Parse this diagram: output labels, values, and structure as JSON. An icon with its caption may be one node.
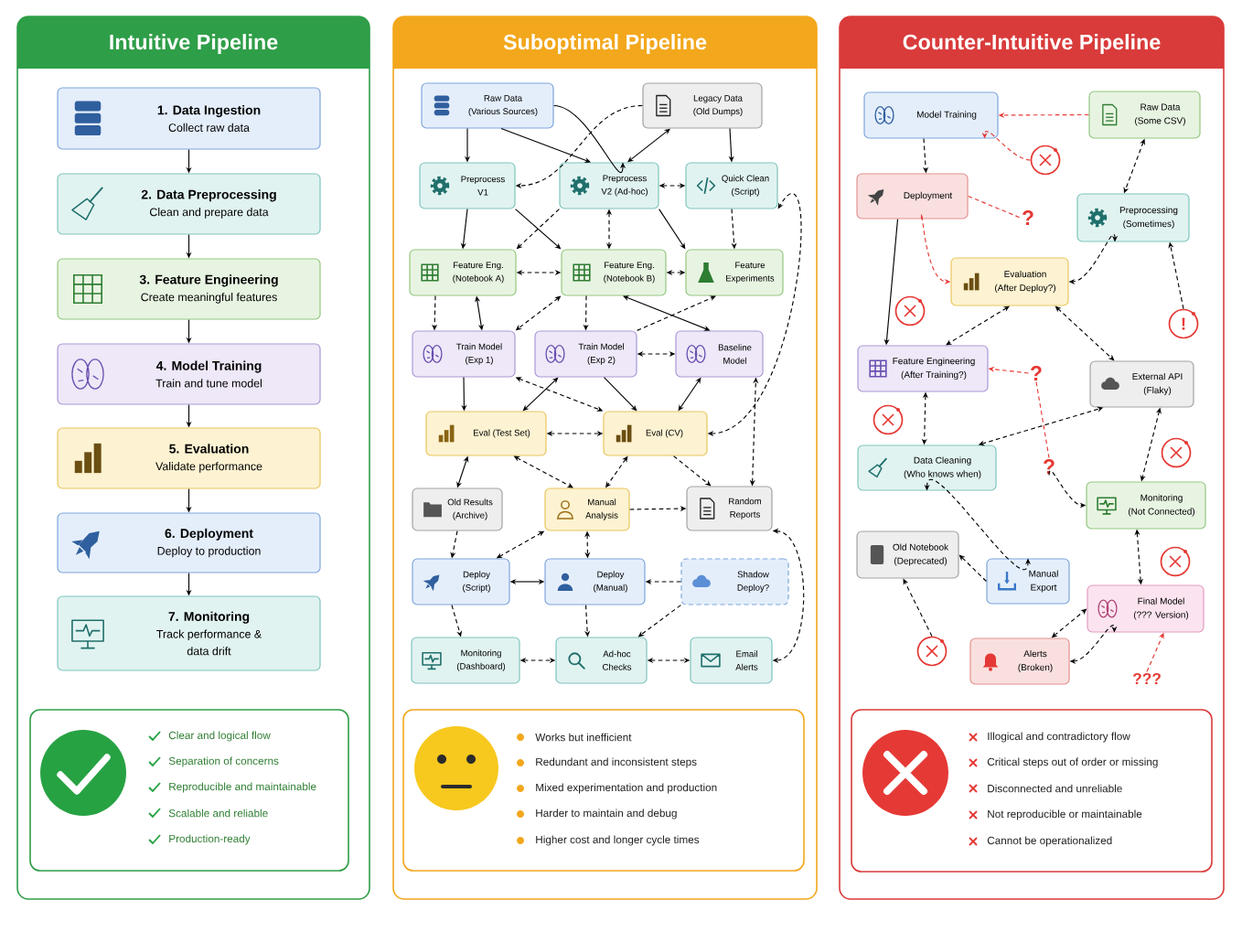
{
  "diagram": {
    "nodes": [
      {
        "text": [
          "Intuitive Pipeline"
        ]
      },
      {
        "text": [
          "1. Data Ingestion",
          "Collect raw data"
        ],
        "in": 0
      },
      {
        "text": [
          "2. Data Preprocessing",
          "Clean and prepare data"
        ],
        "in": 0
      },
      {
        "text": [
          "3. Feature Engineering",
          "Create meaningful features"
        ],
        "in": 0
      },
      {
        "text": [
          "4. Model Training",
          "Train and tune model"
        ],
        "in": 0
      },
      {
        "text": [
          "5. Evaluation",
          "Validate performance"
        ],
        "in": 0
      },
      {
        "text": [
          "6. Deployment",
          "Deploy to production"
        ],
        "in": 0
      },
      {
        "text": [
          "7. Monitoring",
          "Track performance & data drift"
        ],
        "in": 0
      },
      {
        "text": [
          "Clear and logical flow",
          "Separation of concerns",
          "Reproducible and maintainable",
          "Scalable and reliable",
          "Production-ready"
        ],
        "in": 0
      },
      {
        "text": [
          "Suboptimal Pipeline"
        ]
      },
      {
        "text": [
          "Raw Data",
          "(Various Sources)"
        ],
        "in": 9
      },
      {
        "text": [
          "Legacy Data",
          "(Old Dumps)"
        ],
        "in": 9
      },
      {
        "text": [
          "Preprocess V1"
        ],
        "in": 9
      },
      {
        "text": [
          "Preprocess V2 (Ad-hoc)"
        ],
        "in": 9
      },
      {
        "text": [
          "Quick Clean",
          "(Script)"
        ],
        "in": 9
      },
      {
        "text": [
          "Feature Eng.",
          "(Notebook A)"
        ],
        "in": 9
      },
      {
        "text": [
          "Feature Eng.",
          "(Notebook B)"
        ],
        "in": 9
      },
      {
        "text": [
          "Feature Experiments"
        ],
        "in": 9
      },
      {
        "text": [
          "Train Model",
          "(Exp 1)"
        ],
        "in": 9
      },
      {
        "text": [
          "Train Model",
          "(Exp 2)"
        ],
        "in": 9
      },
      {
        "text": [
          "Baseline Model"
        ],
        "in": 9
      },
      {
        "text": [
          "Eval (Test Set)"
        ],
        "in": 9
      },
      {
        "text": [
          "Eval (CV)"
        ],
        "in": 9
      },
      {
        "text": [
          "Old Results",
          "(Archive)"
        ],
        "in": 9
      },
      {
        "text": [
          "Manual Analysis"
        ],
        "in": 9
      },
      {
        "text": [
          "Random Reports"
        ],
        "in": 9
      },
      {
        "text": [
          "Deploy",
          "(Script)"
        ],
        "in": 9
      },
      {
        "text": [
          "Deploy",
          "(Manual)"
        ],
        "in": 9
      },
      {
        "text": [
          "Shadow Deploy?"
        ],
        "in": 9
      },
      {
        "text": [
          "Monitoring",
          "(Dashboard)"
        ],
        "in": 9
      },
      {
        "text": [
          "Ad-hoc Checks"
        ],
        "in": 9
      },
      {
        "text": [
          "Email Alerts"
        ],
        "in": 9
      },
      {
        "text": [
          "Works but inefficient",
          "Redundant and inconsistent steps",
          "Mixed experimentation and production",
          "Harder to maintain and debug",
          "Higher cost and longer cycle times"
        ],
        "in": 9
      },
      {
        "text": [
          "Counter-Intuitive Pipeline"
        ]
      },
      {
        "text": [
          "Model Training"
        ],
        "in": 33
      },
      {
        "text": [
          "Raw Data",
          "(Some CSV)"
        ],
        "in": 33
      },
      {
        "text": [],
        "shape": "circle",
        "in": 33
      },
      {
        "text": [
          "Deployment"
        ],
        "in": 33
      },
      {
        "text": [
          "?"
        ],
        "in": 33
      },
      {
        "text": [
          "Preprocessing",
          "(Sometimes)"
        ],
        "in": 33
      },
      {
        "text": [
          "Evaluation",
          "(After Deploy?)"
        ],
        "in": 33
      },
      {
        "text": [
          "!"
        ],
        "in": 33
      },
      {
        "text": [
          "Feature Engineering",
          "(After Training?)"
        ],
        "in": 33
      },
      {
        "text": [
          "?"
        ],
        "in": 33
      },
      {
        "text": [
          "External API",
          "(Flaky)"
        ],
        "in": 33
      },
      {
        "text": [
          "Data Cleaning",
          "(Who knows when)"
        ],
        "in": 33
      },
      {
        "text": [
          "?"
        ],
        "in": 33
      },
      {
        "text": [
          "Monitoring",
          "(Not Connected)"
        ],
        "in": 33
      },
      {
        "text": [
          "Old Notebook",
          "(Deprecated)"
        ],
        "in": 33
      },
      {
        "text": [
          "Manual Export"
        ],
        "in": 33
      },
      {
        "text": [
          "Final Model",
          "(??? Version)"
        ],
        "in": 33
      },
      {
        "text": [],
        "shape": "circle",
        "in": 33
      },
      {
        "text": [
          "Alerts",
          "(Broken)"
        ],
        "in": 33
      },
      {
        "text": [
          "???"
        ],
        "in": 33
      },
      {
        "text": [
          "Illogical and contradictory flow",
          "Critical steps out of order or missing",
          "Disconnected and unreliable",
          "Not reproducible or maintainable",
          "Cannot be operationalized"
        ],
        "in": 33
      }
    ],
    "edges": [
      {
        "from": 1,
        "to": 2,
        "arrow": "to"
      },
      {
        "from": 2,
        "to": 3,
        "arrow": "to"
      },
      {
        "from": 3,
        "to": 4,
        "arrow": "to"
      },
      {
        "from": 4,
        "to": 5,
        "arrow": "to"
      },
      {
        "from": 5,
        "to": 6,
        "arrow": "to"
      },
      {
        "from": 6,
        "to": 7,
        "arrow": "to"
      },
      {
        "from": 10,
        "to": 12,
        "arrow": "to"
      },
      {
        "from": 10,
        "to": 13,
        "arrow": "to"
      },
      {
        "from": 10,
        "to": 13,
        "arrow": "to"
      },
      {
        "from": 11,
        "to": 12,
        "arrow": "to",
        "style": "dashed"
      },
      {
        "from": 11,
        "to": 13,
        "arrow": "both"
      },
      {
        "from": 11,
        "to": 14,
        "arrow": "to"
      },
      {
        "from": 14,
        "to": 13,
        "arrow": "both",
        "style": "dashed"
      },
      {
        "from": 12,
        "to": 15,
        "arrow": "to"
      },
      {
        "from": 12,
        "to": 16,
        "arrow": "to"
      },
      {
        "from": 13,
        "to": 15,
        "arrow": "to",
        "style": "dashed"
      },
      {
        "from": 13,
        "to": 16,
        "arrow": "both",
        "style": "dashed"
      },
      {
        "from": 13,
        "to": 17,
        "arrow": "to"
      },
      {
        "from": 14,
        "to": 17,
        "arrow": "to",
        "style": "dashed"
      },
      {
        "from": 22,
        "to": 14,
        "arrow": "both",
        "style": "dashed"
      },
      {
        "from": 15,
        "to": 16,
        "arrow": "both",
        "style": "dashed"
      },
      {
        "from": 16,
        "to": 17,
        "arrow": "both",
        "style": "dashed"
      },
      {
        "from": 15,
        "to": 18,
        "arrow": "to",
        "style": "dashed"
      },
      {
        "from": 15,
        "to": 18,
        "arrow": "both"
      },
      {
        "from": 16,
        "to": 18,
        "arrow": "both",
        "style": "dashed"
      },
      {
        "from": 16,
        "to": 19,
        "arrow": "to",
        "style": "dashed"
      },
      {
        "from": 16,
        "to": 20,
        "arrow": "both"
      },
      {
        "from": 19,
        "to": 17,
        "arrow": "to",
        "style": "dashed"
      },
      {
        "from": 19,
        "to": 20,
        "arrow": "both",
        "style": "dashed"
      },
      {
        "from": 18,
        "to": 21,
        "arrow": "to"
      },
      {
        "from": 18,
        "to": 22,
        "arrow": "both",
        "style": "dashed"
      },
      {
        "from": 19,
        "to": 21,
        "arrow": "both"
      },
      {
        "from": 19,
        "to": 22,
        "arrow": "to"
      },
      {
        "from": 20,
        "to": 22,
        "arrow": "both"
      },
      {
        "from": 21,
        "to": 22,
        "arrow": "both",
        "style": "dashed"
      },
      {
        "from": 25,
        "to": 20,
        "arrow": "both",
        "style": "dashed"
      },
      {
        "from": 21,
        "to": 23,
        "arrow": "both"
      },
      {
        "from": 21,
        "to": 24,
        "arrow": "both",
        "style": "dashed"
      },
      {
        "from": 22,
        "to": 24,
        "arrow": "both",
        "style": "dashed"
      },
      {
        "from": 22,
        "to": 25,
        "arrow": "to",
        "style": "dashed"
      },
      {
        "from": 24,
        "to": 25,
        "arrow": "to",
        "style": "dashed"
      },
      {
        "from": 23,
        "to": 26,
        "arrow": "to",
        "style": "dashed"
      },
      {
        "from": 24,
        "to": 26,
        "arrow": "both",
        "style": "dashed"
      },
      {
        "from": 24,
        "to": 27,
        "arrow": "both",
        "style": "dashed"
      },
      {
        "from": 26,
        "to": 27,
        "arrow": "both"
      },
      {
        "from": 28,
        "to": 27,
        "arrow": "to",
        "style": "dashed"
      },
      {
        "from": 28,
        "to": 30,
        "arrow": "to",
        "style": "dashed"
      },
      {
        "from": 26,
        "to": 29,
        "arrow": "to",
        "style": "dashed"
      },
      {
        "from": 27,
        "to": 30,
        "arrow": "to",
        "style": "dashed"
      },
      {
        "from": 29,
        "to": 30,
        "arrow": "both",
        "style": "dashed"
      },
      {
        "from": 30,
        "to": 31,
        "arrow": "both",
        "style": "dashed"
      },
      {
        "from": 25,
        "to": 31,
        "arrow": "both",
        "style": "dashed"
      },
      {
        "from": 35,
        "to": 34,
        "arrow": "to",
        "style": "dashed",
        "color": "#e53935"
      },
      {
        "from": 36,
        "to": 34,
        "arrow": "to",
        "style": "dashed",
        "color": "#e53935"
      },
      {
        "from": 34,
        "to": 37,
        "arrow": "to",
        "style": "dashed"
      },
      {
        "from": 37,
        "to": 38,
        "arrow": "none",
        "style": "dashed",
        "color": "#e53935"
      },
      {
        "from": 37,
        "to": 40,
        "arrow": "to",
        "style": "dashed",
        "color": "#e53935"
      },
      {
        "from": 37,
        "to": 42,
        "arrow": "to"
      },
      {
        "from": 35,
        "to": 39,
        "arrow": "both",
        "style": "dashed"
      },
      {
        "from": 39,
        "to": 40,
        "arrow": "both",
        "style": "dashed"
      },
      {
        "from": 41,
        "to": 39,
        "arrow": "to",
        "style": "dashed"
      },
      {
        "from": 40,
        "to": 42,
        "arrow": "both",
        "style": "dashed"
      },
      {
        "from": 40,
        "to": 44,
        "arrow": "both",
        "style": "dashed"
      },
      {
        "from": 43,
        "to": 42,
        "arrow": "to",
        "style": "dashed",
        "color": "#e53935"
      },
      {
        "from": 43,
        "to": 46,
        "arrow": "none",
        "style": "dashed",
        "color": "#e53935"
      },
      {
        "from": 42,
        "to": 45,
        "arrow": "both",
        "style": "dashed"
      },
      {
        "from": 45,
        "to": 44,
        "arrow": "both",
        "style": "dashed"
      },
      {
        "from": 44,
        "to": 47,
        "arrow": "both",
        "style": "dashed"
      },
      {
        "from": 46,
        "to": 47,
        "arrow": "to",
        "style": "dashed"
      },
      {
        "from": 45,
        "to": 49,
        "arrow": "both",
        "style": "dashed"
      },
      {
        "from": 49,
        "to": 48,
        "arrow": "to",
        "style": "dashed"
      },
      {
        "from": 51,
        "to": 48,
        "arrow": "to",
        "style": "dashed"
      },
      {
        "from": 47,
        "to": 50,
        "arrow": "both",
        "style": "dashed"
      },
      {
        "from": 52,
        "to": 50,
        "arrow": "both",
        "style": "dashed"
      },
      {
        "from": 52,
        "to": 50,
        "arrow": "both",
        "style": "dashed"
      },
      {
        "from": 53,
        "to": 50,
        "arrow": "to",
        "style": "dashed",
        "color": "#e53935"
      }
    ]
  }
}
